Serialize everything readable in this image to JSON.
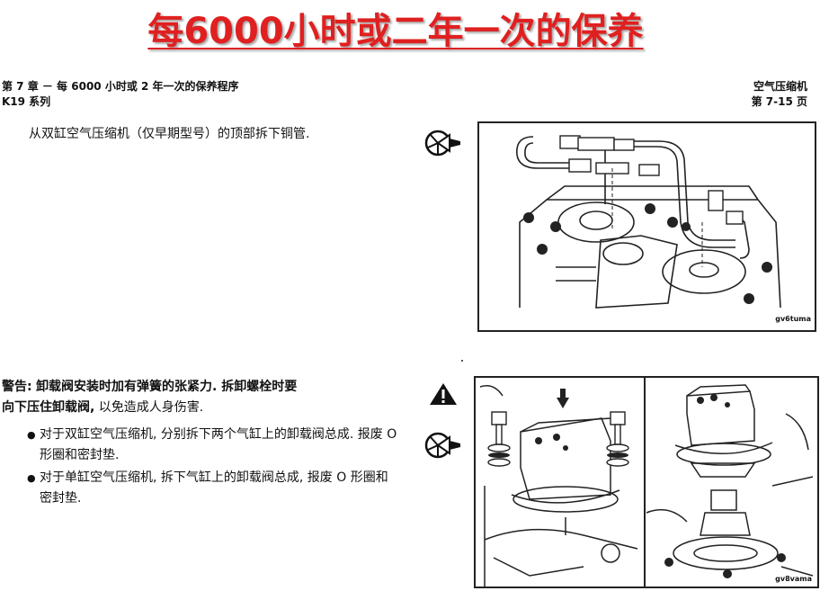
{
  "slide_title": "每6000小时或二年一次的保养",
  "header": {
    "chapter": "第 7 章 － 每 6000 小时或 2 年一次的保养程序",
    "series": "K19 系列",
    "section": "空气压缩机",
    "page": "第 7-15 页"
  },
  "step1_text": "从双缸空气压缩机（仅早期型号）的顶部拆下铜管.",
  "warning": {
    "label": "警告:",
    "line1": "卸载阀安装时加有弹簧的张紧力. 拆卸螺栓时要",
    "line2_bold": "向下压住卸载阀,",
    "line2_rest": " 以免造成人身伤害."
  },
  "bullets": [
    "对于双缸空气压缩机, 分别拆下两个气缸上的卸载阀总成. 报废 O 形圈和密封垫.",
    "对于单缸空气压缩机, 拆下气缸上的卸载阀总成, 报废 O 形圈和密封垫."
  ],
  "figures": {
    "fig1_label": "gv6tuma",
    "fig2_label": "gv8vama"
  },
  "icons": {
    "removal": "removal-wrench-icon",
    "warning": "warning-triangle-icon"
  },
  "colors": {
    "title_red": "#e02020"
  }
}
